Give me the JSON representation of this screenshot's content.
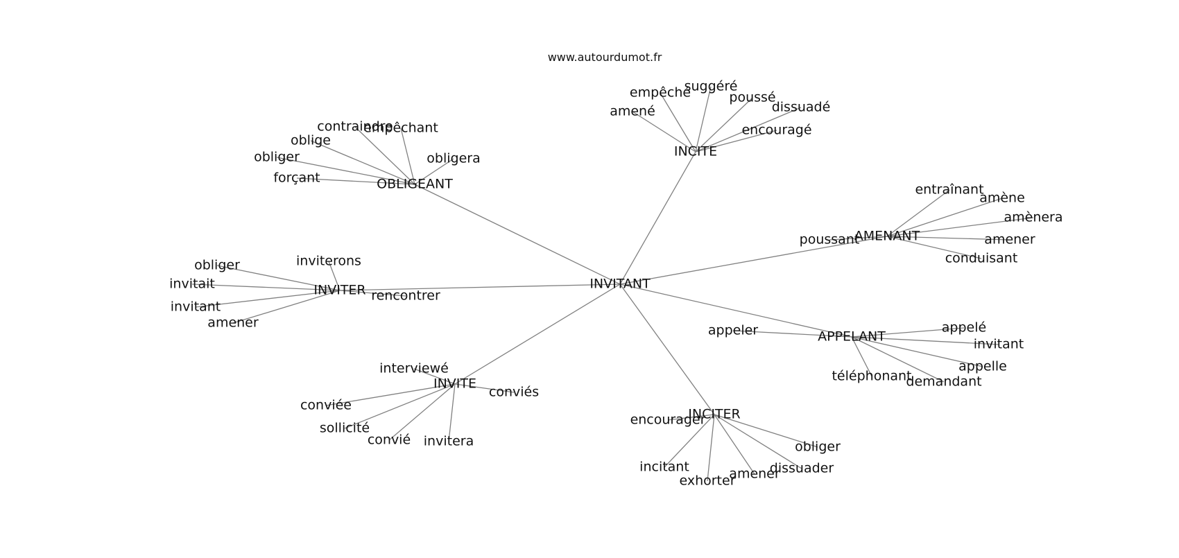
{
  "site_label": "www.autourdumot.fr",
  "colors": {
    "edge": "#808080",
    "text": "#111111",
    "background": "#ffffff"
  },
  "center": "INVITANT",
  "clusters": [
    {
      "hub": "OBLIGEANT",
      "leaves": [
        "contraindre",
        "empêchant",
        "oblige",
        "obliger",
        "forçant",
        "obligera"
      ]
    },
    {
      "hub": "INCITE",
      "leaves": [
        "amené",
        "empêché",
        "suggéré",
        "poussé",
        "dissuadé",
        "encouragé"
      ]
    },
    {
      "hub": "AMENANT",
      "leaves": [
        "entraînant",
        "amène",
        "amènera",
        "amener",
        "conduisant",
        "poussant"
      ]
    },
    {
      "hub": "INVITER",
      "leaves": [
        "inviterons",
        "obliger",
        "invitait",
        "invitant",
        "amener",
        "rencontrer"
      ]
    },
    {
      "hub": "APPELANT",
      "leaves": [
        "appeler",
        "appelé",
        "invitant",
        "appelle",
        "demandant",
        "téléphonant"
      ]
    },
    {
      "hub": "INVITE",
      "leaves": [
        "interviewé",
        "conviés",
        "conviée",
        "sollicité",
        "convié",
        "invitera"
      ]
    },
    {
      "hub": "INCITER",
      "leaves": [
        "encourager",
        "incitant",
        "exhorter",
        "amener",
        "dissuader",
        "obliger"
      ]
    }
  ]
}
